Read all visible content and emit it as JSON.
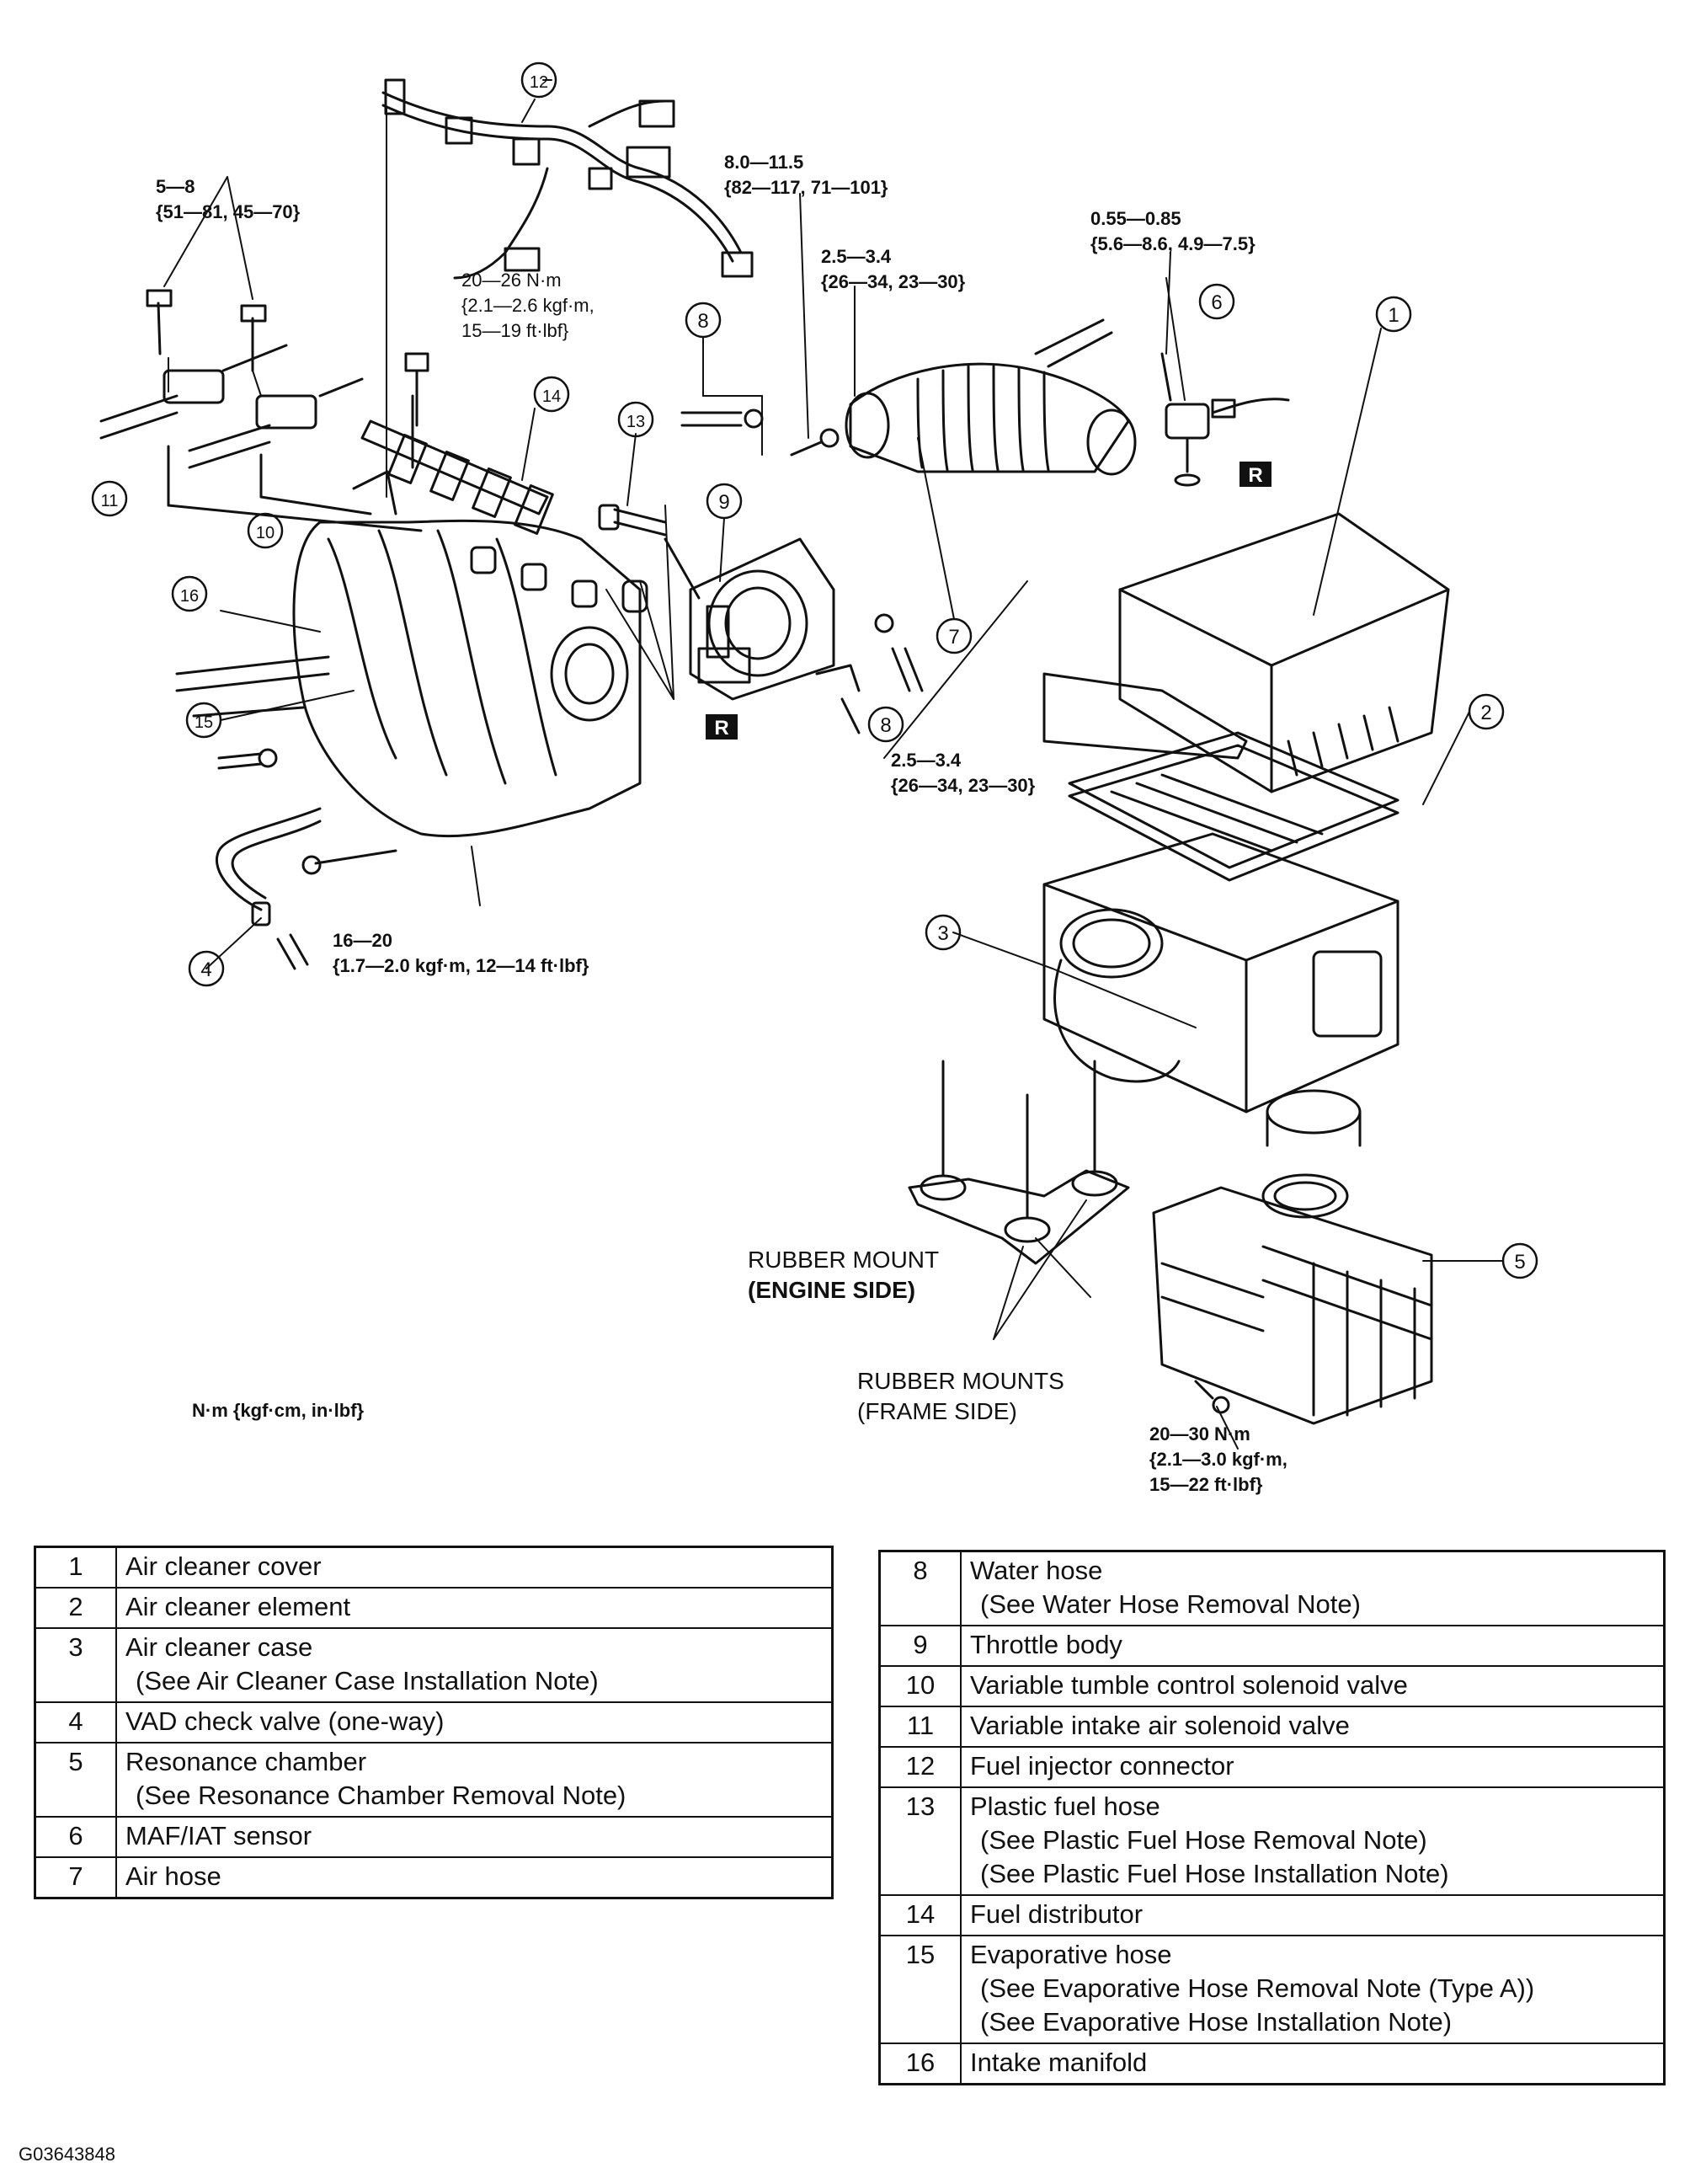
{
  "callouts": [
    "1",
    "2",
    "3",
    "4",
    "5",
    "6",
    "7",
    "8",
    "9",
    "10",
    "11",
    "12",
    "13",
    "14",
    "15",
    "16"
  ],
  "repair_markers": [
    "R",
    "R"
  ],
  "torque_specs": {
    "spec_5_8": {
      "line1": "5—8",
      "line2": "{51—81, 45—70}"
    },
    "spec_8_115": {
      "line1": "8.0—11.5",
      "line2": "{82—117, 71—101}"
    },
    "spec_20_26": {
      "line1": "20—26 N·m",
      "line2": "{2.1—2.6 kgf·m,",
      "line3": "15—19 ft·lbf}"
    },
    "spec_25_34_top": {
      "line1": "2.5—3.4",
      "line2": "{26—34, 23—30}"
    },
    "spec_055_085": {
      "line1": "0.55—0.85",
      "line2": "{5.6—8.6, 4.9—7.5}"
    },
    "spec_25_34_bottom": {
      "line1": "2.5—3.4",
      "line2": "{26—34, 23—30}"
    },
    "spec_16_20": {
      "line1": "16—20",
      "line2": "{1.7—2.0 kgf·m, 12—14 ft·lbf}"
    },
    "spec_20_30": {
      "line1": "20—30 N·m",
      "line2": "{2.1—3.0 kgf·m,",
      "line3": "15—22 ft·lbf}"
    }
  },
  "mount_labels": {
    "engine_side_1": "RUBBER MOUNT",
    "engine_side_2": "(ENGINE SIDE)",
    "frame_side_1": "RUBBER MOUNTS",
    "frame_side_2": "(FRAME SIDE)"
  },
  "unit_note": "N·m {kgf·cm, in·lbf}",
  "legend_left": [
    {
      "num": "1",
      "name": "Air cleaner cover",
      "notes": []
    },
    {
      "num": "2",
      "name": "Air cleaner element",
      "notes": []
    },
    {
      "num": "3",
      "name": "Air cleaner case",
      "notes": [
        "(See Air Cleaner Case Installation Note)"
      ]
    },
    {
      "num": "4",
      "name": "VAD check valve (one-way)",
      "notes": []
    },
    {
      "num": "5",
      "name": "Resonance chamber",
      "notes": [
        "(See Resonance Chamber Removal Note)"
      ]
    },
    {
      "num": "6",
      "name": "MAF/IAT sensor",
      "notes": []
    },
    {
      "num": "7",
      "name": "Air hose",
      "notes": []
    }
  ],
  "legend_right": [
    {
      "num": "8",
      "name": "Water hose",
      "notes": [
        "(See Water Hose Removal Note)"
      ]
    },
    {
      "num": "9",
      "name": "Throttle body",
      "notes": []
    },
    {
      "num": "10",
      "name": "Variable tumble control solenoid valve",
      "notes": []
    },
    {
      "num": "11",
      "name": "Variable intake air solenoid valve",
      "notes": []
    },
    {
      "num": "12",
      "name": "Fuel injector connector",
      "notes": []
    },
    {
      "num": "13",
      "name": "Plastic fuel hose",
      "notes": [
        "(See Plastic Fuel Hose Removal Note)",
        "(See Plastic Fuel Hose Installation Note)"
      ]
    },
    {
      "num": "14",
      "name": "Fuel distributor",
      "notes": []
    },
    {
      "num": "15",
      "name": "Evaporative hose",
      "notes": [
        "(See Evaporative Hose Removal Note (Type A))",
        "(See Evaporative Hose Installation Note)"
      ]
    },
    {
      "num": "16",
      "name": "Intake manifold",
      "notes": []
    }
  ],
  "figure_id": "G03643848"
}
